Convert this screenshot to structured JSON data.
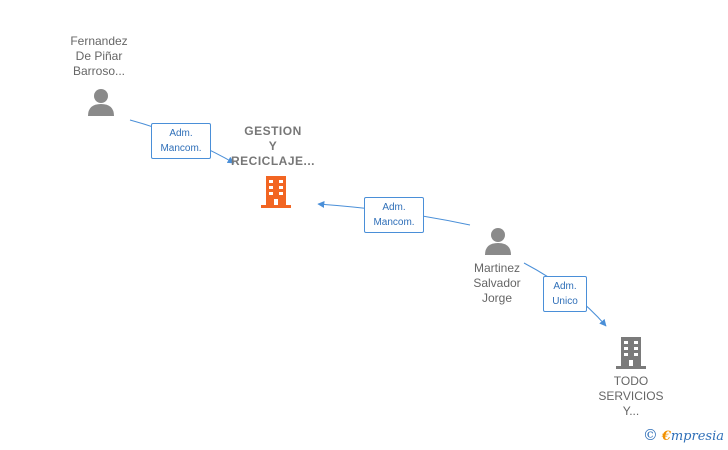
{
  "nodes": {
    "person1": {
      "lines": [
        "Fernandez",
        "De Piñar",
        "Barroso..."
      ]
    },
    "company1": {
      "lines": [
        "GESTION",
        "Y",
        "RECICLAJE..."
      ]
    },
    "person2": {
      "lines": [
        "Martinez",
        "Salvador",
        "Jorge"
      ]
    },
    "company2": {
      "lines": [
        "TODO",
        "SERVICIOS",
        "Y..."
      ]
    }
  },
  "edges": {
    "e1": {
      "lines": [
        "Adm.",
        "Mancom."
      ]
    },
    "e2": {
      "lines": [
        "Adm.",
        "Mancom."
      ]
    },
    "e3": {
      "lines": [
        "Adm.",
        "Unico"
      ]
    }
  },
  "watermark": {
    "copyright": "©",
    "brand_initial": "€",
    "brand_rest": "mpresia"
  },
  "colors": {
    "person": "#8a8a8a",
    "company_main": "#f26522",
    "company_other": "#7a7a7a",
    "edge": "#4a8fd8"
  }
}
